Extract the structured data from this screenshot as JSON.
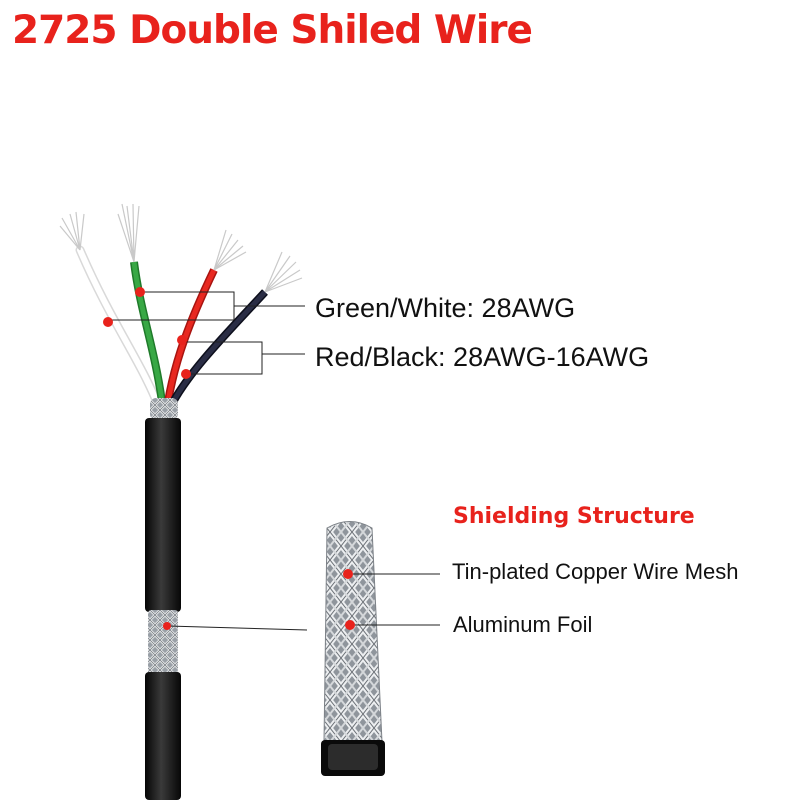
{
  "title": "2725 Double Shiled Wire",
  "labels": {
    "green_white": "Green/White: 28AWG",
    "red_black": "Red/Black: 28AWG-16AWG"
  },
  "shielding": {
    "heading": "Shielding Structure",
    "mesh": "Tin-plated Copper Wire Mesh",
    "foil": "Aluminum Foil"
  },
  "colors": {
    "accent": "#e8221c",
    "marker": "#e8221c",
    "cable": "#111111",
    "wire_green": "#2f9a3a",
    "wire_red": "#e0201c",
    "wire_black": "#1d2033",
    "wire_white": "#f2f2f2",
    "braid": "#b8bcc2"
  }
}
